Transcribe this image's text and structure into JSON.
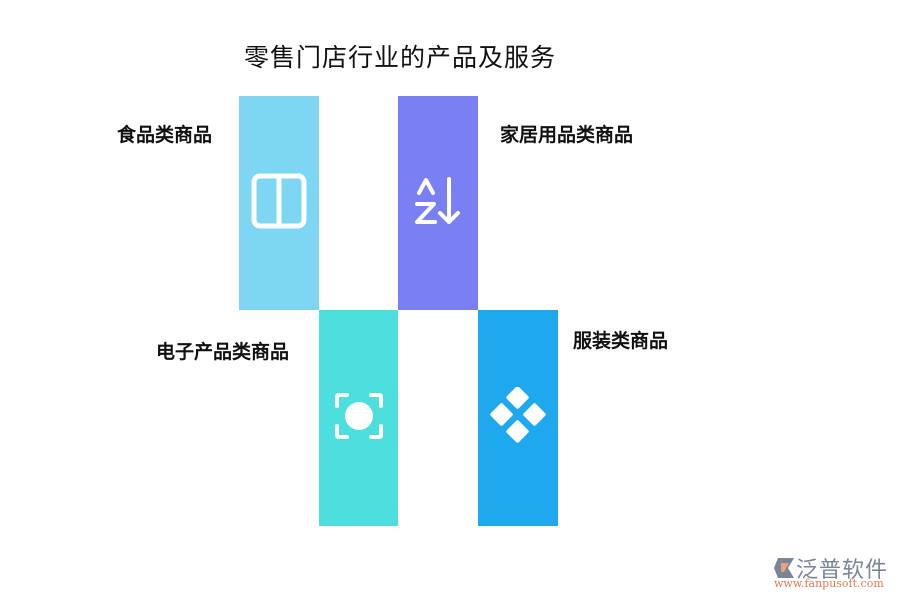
{
  "title": "零售门店行业的产品及服务",
  "items": [
    {
      "label": "食品类商品",
      "icon": "columns-icon",
      "color": "#7dd6f2"
    },
    {
      "label": "家居用品类商品",
      "icon": "sort-az-icon",
      "color": "#7a7ff3"
    },
    {
      "label": "电子产品类商品",
      "icon": "focus-icon",
      "color": "#4ddfdd"
    },
    {
      "label": "服装类商品",
      "icon": "diamonds-icon",
      "color": "#1ea9ee"
    }
  ],
  "watermark": {
    "brand": "泛普软件",
    "url": "www.fanpusoft.com"
  }
}
